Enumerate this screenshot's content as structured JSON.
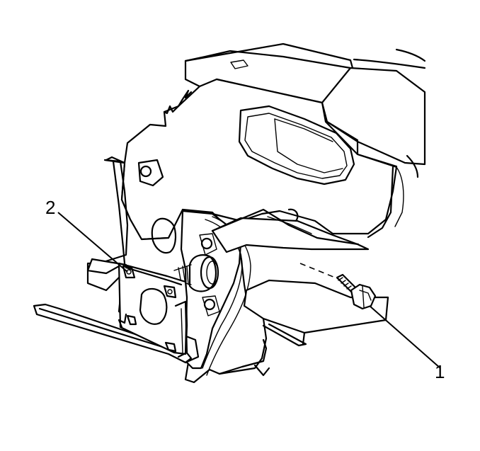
{
  "callouts": [
    {
      "label": "1",
      "part": "bolt"
    },
    {
      "label": "2",
      "part": "bracket"
    }
  ],
  "colors": {
    "line": "#000000",
    "background": "#ffffff"
  }
}
